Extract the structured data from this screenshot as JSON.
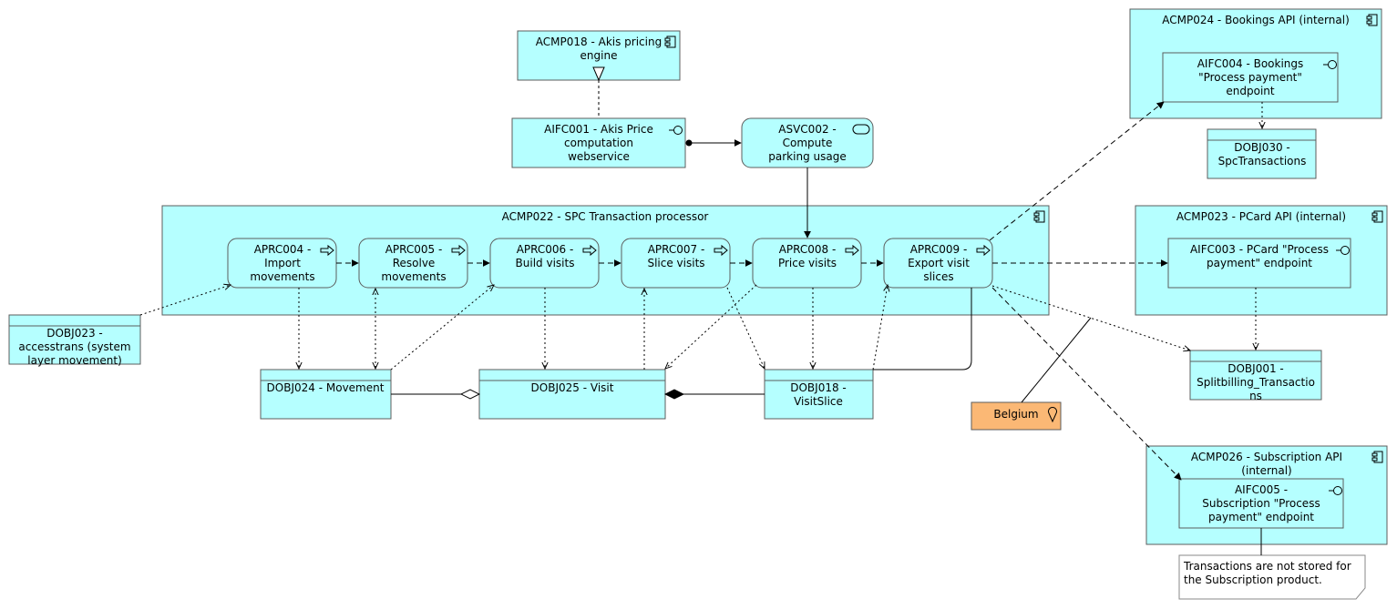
{
  "colors": {
    "application": "#b5ffff",
    "location": "#fbb875",
    "border": "#5c5c5c",
    "note": "#ffffff"
  },
  "nodes": [
    {
      "id": "acmp018",
      "kind": "component",
      "lines": [
        "ACMP018 - Akis pricing",
        "engine"
      ]
    },
    {
      "id": "aifc001",
      "kind": "interface",
      "lines": [
        "AIFC001 - Akis Price",
        "computation",
        "webservice"
      ]
    },
    {
      "id": "asvc002",
      "kind": "service",
      "lines": [
        "ASVC002 -",
        "Compute",
        "parking usage"
      ]
    },
    {
      "id": "acmp024",
      "kind": "component",
      "lines": [
        "ACMP024 - Bookings API (internal)"
      ]
    },
    {
      "id": "aifc004",
      "kind": "interface",
      "lines": [
        "AIFC004 - Bookings",
        "\"Process payment\"",
        "endpoint"
      ]
    },
    {
      "id": "dobj030",
      "kind": "object",
      "lines": [
        "DOBJ030 -",
        "SpcTransactions"
      ]
    },
    {
      "id": "acmp022",
      "kind": "component",
      "lines": [
        "ACMP022 - SPC Transaction processor"
      ]
    },
    {
      "id": "aprc004",
      "kind": "process",
      "lines": [
        "APRC004 -",
        "Import",
        "movements"
      ]
    },
    {
      "id": "aprc005",
      "kind": "process",
      "lines": [
        "APRC005 -",
        "Resolve",
        "movements"
      ]
    },
    {
      "id": "aprc006",
      "kind": "process",
      "lines": [
        "APRC006 -",
        "Build visits"
      ]
    },
    {
      "id": "aprc007",
      "kind": "process",
      "lines": [
        "APRC007 -",
        "Slice visits"
      ]
    },
    {
      "id": "aprc008",
      "kind": "process",
      "lines": [
        "APRC008 -",
        "Price visits"
      ]
    },
    {
      "id": "aprc009",
      "kind": "process",
      "lines": [
        "APRC009 -",
        "Export visit",
        "slices"
      ]
    },
    {
      "id": "acmp023",
      "kind": "component",
      "lines": [
        "ACMP023 - PCard API (internal)"
      ]
    },
    {
      "id": "aifc003",
      "kind": "interface",
      "lines": [
        "AIFC003 - PCard \"Process",
        "payment\" endpoint"
      ]
    },
    {
      "id": "dobj023",
      "kind": "object",
      "lines": [
        "DOBJ023 -",
        "accesstrans (system",
        "layer movement)"
      ]
    },
    {
      "id": "dobj024",
      "kind": "object",
      "lines": [
        "DOBJ024 - Movement"
      ]
    },
    {
      "id": "dobj025",
      "kind": "object",
      "lines": [
        "DOBJ025 - Visit"
      ]
    },
    {
      "id": "dobj018",
      "kind": "object",
      "lines": [
        "DOBJ018 -",
        "VisitSlice"
      ]
    },
    {
      "id": "dobj001",
      "kind": "object",
      "lines": [
        "DOBJ001 -",
        "Splitbilling_Transactio",
        "ns"
      ]
    },
    {
      "id": "belgium",
      "kind": "location",
      "lines": [
        "Belgium"
      ]
    },
    {
      "id": "acmp026",
      "kind": "component",
      "lines": [
        "ACMP026 - Subscription API",
        "(internal)"
      ]
    },
    {
      "id": "aifc005",
      "kind": "interface",
      "lines": [
        "AIFC005 -",
        "Subscription \"Process",
        "payment\" endpoint"
      ]
    },
    {
      "id": "note1",
      "kind": "note",
      "lines": [
        "Transactions are not stored for",
        "the Subscription product."
      ]
    }
  ]
}
